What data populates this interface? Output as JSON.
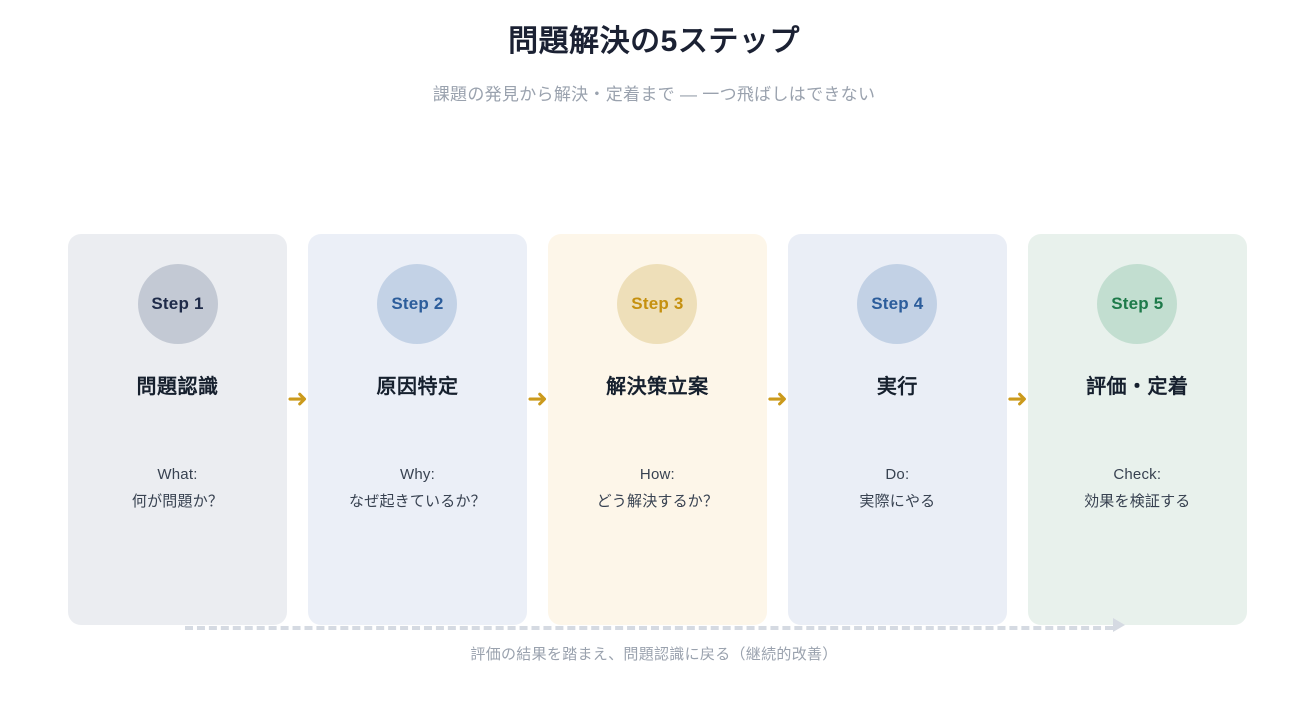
{
  "header": {
    "title": "問題解決の5ステップ",
    "subtitle": "課題の発見から解決・定着まで — 一つ飛ばしはできない"
  },
  "colors": {
    "page_background": "#ffffff",
    "title": "#1b2133",
    "subtitle": "#9aa2ae",
    "arrow": "#cb9a1c",
    "loop_line": "#d5dae2",
    "body_text": "#384251"
  },
  "steps": [
    {
      "badge": "Step 1",
      "title": "問題認識",
      "body_en": "What:",
      "body_jp": "何が問題か？",
      "card_bg": "#ebedf1",
      "circle_bg": "#c3c9d4",
      "badge_color": "#1f2b49"
    },
    {
      "badge": "Step 2",
      "title": "原因特定",
      "body_en": "Why:",
      "body_jp": "なぜ起きているか？",
      "card_bg": "#ebeff7",
      "circle_bg": "#c3d2e6",
      "badge_color": "#2c5d9b"
    },
    {
      "badge": "Step 3",
      "title": "解決策立案",
      "body_en": "How:",
      "body_jp": "どう解決するか？",
      "card_bg": "#fdf6e9",
      "circle_bg": "#eedfb9",
      "badge_color": "#c5900f"
    },
    {
      "badge": "Step 4",
      "title": "実行",
      "body_en": "Do:",
      "body_jp": "実際にやる",
      "card_bg": "#eaeef6",
      "circle_bg": "#c2d1e5",
      "badge_color": "#2c5d9b"
    },
    {
      "badge": "Step 5",
      "title": "評価・定着",
      "body_en": "Check:",
      "body_jp": "効果を検証する",
      "card_bg": "#e8f1ec",
      "circle_bg": "#c2ded0",
      "badge_color": "#1e7a4a"
    }
  ],
  "connectors": [
    {
      "icon": "➜"
    },
    {
      "icon": "➜"
    },
    {
      "icon": "➜"
    },
    {
      "icon": "➜"
    }
  ],
  "loop": {
    "caption": "評価の結果を踏まえ、問題認識に戻る（継続的改善）"
  }
}
